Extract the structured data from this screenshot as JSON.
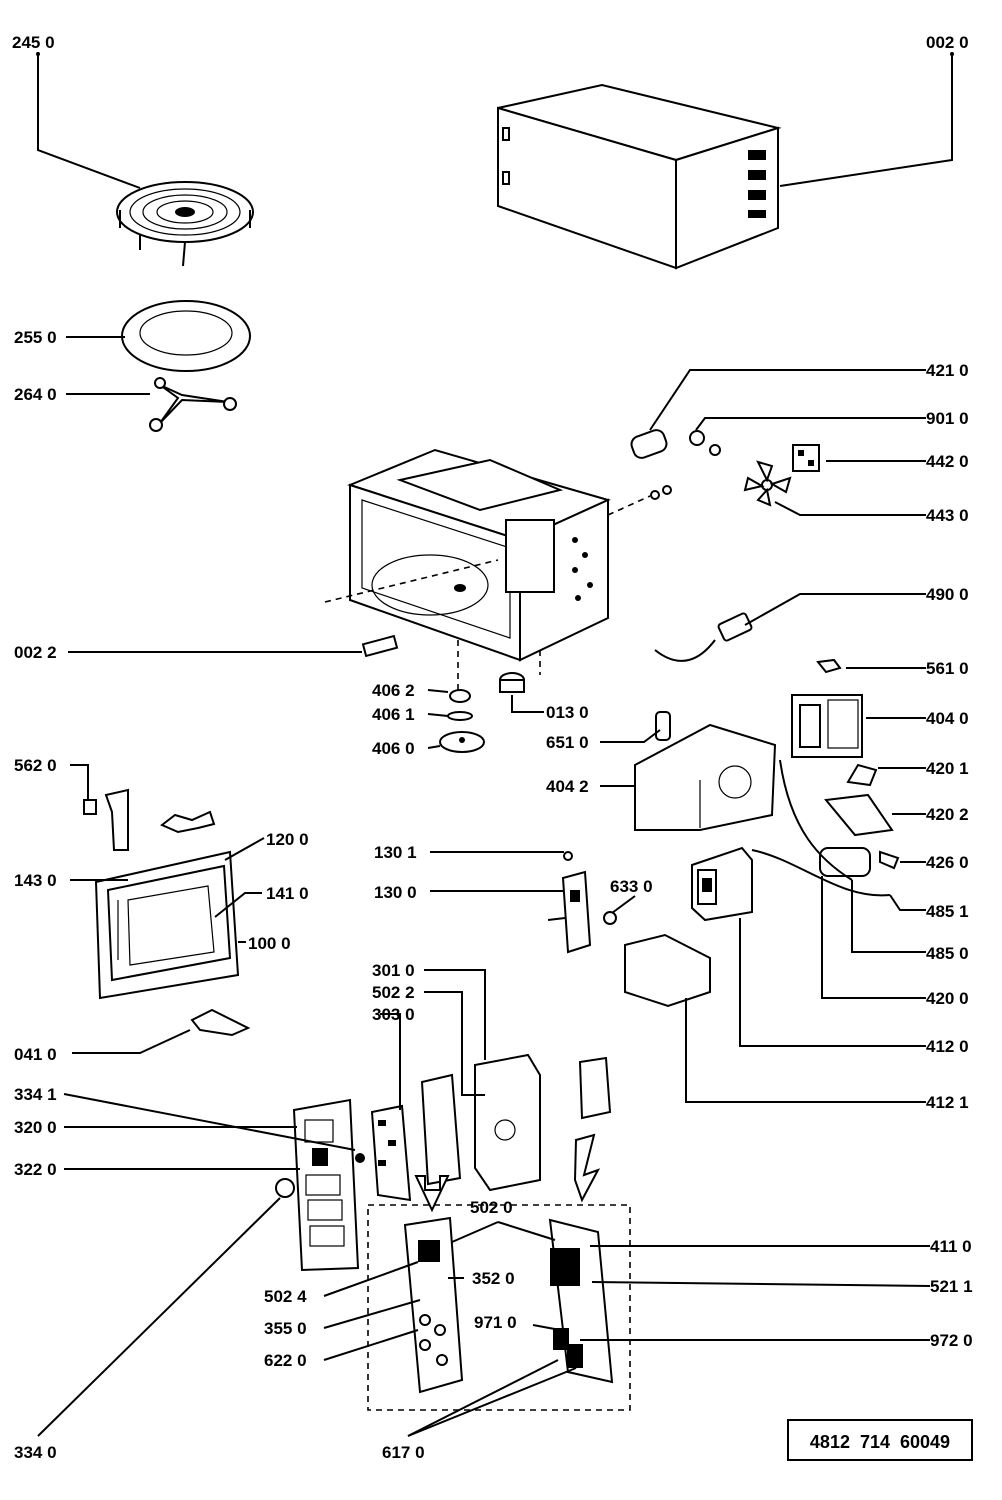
{
  "labels": {
    "l2450": "245 0",
    "l0020": "002 0",
    "l2550": "255 0",
    "l2640": "264 0",
    "l4210": "421 0",
    "l9010": "901 0",
    "l4420": "442 0",
    "l4430": "443 0",
    "l4900": "490 0",
    "l0022": "002 2",
    "l0130": "013 0",
    "l4062": "406 2",
    "l4061": "406 1",
    "l4060": "406 0",
    "l5610": "561 0",
    "l4040": "404 0",
    "l6510": "651 0",
    "l4042": "404 2",
    "l4201": "420 1",
    "l4202": "420 2",
    "l5620": "562 0",
    "l1200": "120 0",
    "l1301": "130 1",
    "l4260": "426 0",
    "l1430": "143 0",
    "l1410": "141 0",
    "l1300": "130 0",
    "l6330": "633 0",
    "l4851": "485 1",
    "l1000": "100 0",
    "l4850": "485 0",
    "l3010": "301 0",
    "l5022": "502 2",
    "l4200": "420 0",
    "l3030": "303 0",
    "l0410": "041 0",
    "l4120": "412 0",
    "l3341": "334 1",
    "l4121": "412 1",
    "l3200": "320 0",
    "l3220": "322 0",
    "l5020": "502 0",
    "l4110": "411 0",
    "l5024": "502 4",
    "l3520": "352 0",
    "l5211": "521 1",
    "l3550": "355 0",
    "l9710": "971 0",
    "l9720": "972 0",
    "l6220": "622 0",
    "l3340": "334 0",
    "l6170": "617 0"
  },
  "reference_number": "4812  714  60049"
}
